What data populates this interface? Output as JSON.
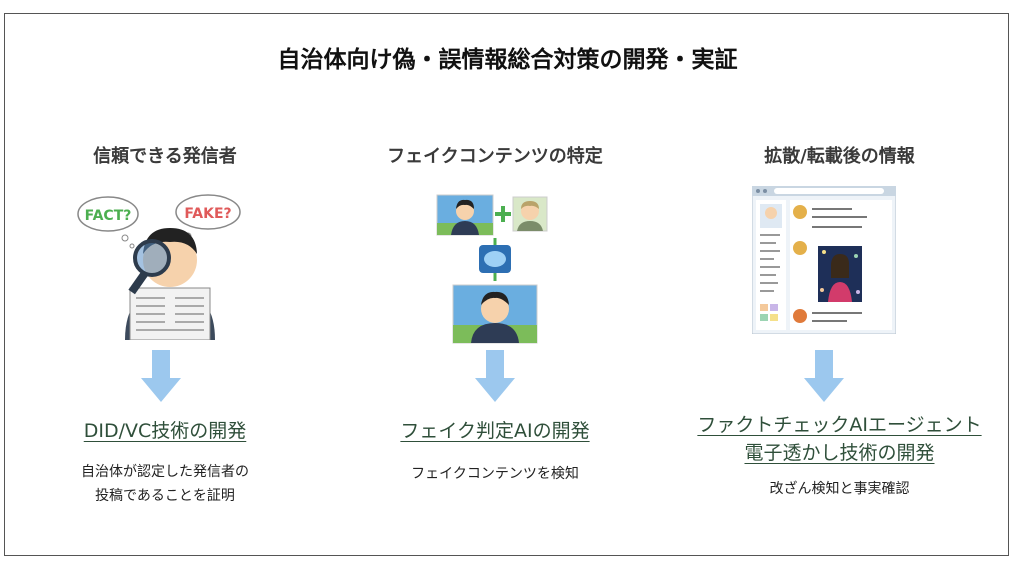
{
  "title": "自治体向け偽・誤情報総合対策の開発・実証",
  "columns": [
    {
      "heading": "信頼できる発信者",
      "bubbles": [
        "FACT?",
        "FAKE?"
      ],
      "tech": [
        "DID/VC技術の開発"
      ],
      "desc": [
        "自治体が認定した発信者の",
        "投稿であることを証明"
      ]
    },
    {
      "heading": "フェイクコンテンツの特定",
      "tech": [
        "フェイク判定AIの開発"
      ],
      "desc": [
        "フェイクコンテンツを検知"
      ]
    },
    {
      "heading": "拡散/転載後の情報",
      "tech": [
        "ファクトチェックAIエージェント",
        "電子透かし技術の開発"
      ],
      "desc": [
        "改ざん検知と事実確認"
      ]
    }
  ],
  "colors": {
    "frame": "#555555",
    "arrow": "#9cc8ee",
    "link": "#2f4f3a",
    "accent_green": "#4caf50"
  },
  "icons": [
    "investigator-with-magnifier",
    "face-swap-ai",
    "social-media-page"
  ]
}
